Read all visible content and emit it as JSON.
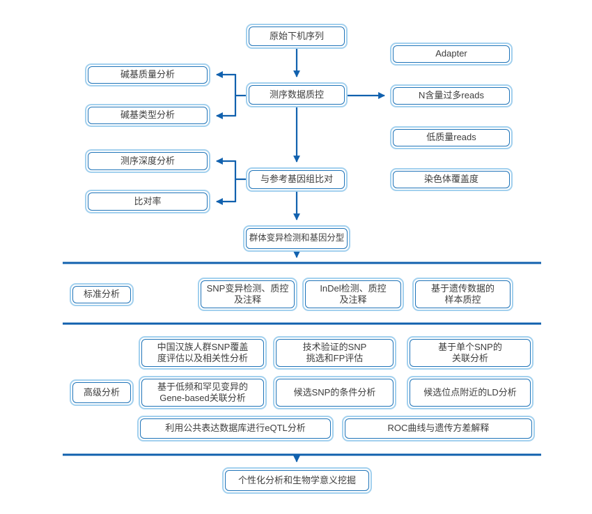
{
  "colors": {
    "box-border": "#1e73b8",
    "box-outer": "#a2d0ee",
    "connector": "#1161ae",
    "text": "#3d3d3d"
  },
  "flow": {
    "main": [
      "原始下机序列",
      "测序数据质控",
      "与参考基因组比对",
      "群体变异检测和基因分型"
    ],
    "qc_metrics_left": [
      "碱基质量分析",
      "碱基类型分析"
    ],
    "align_metrics_left": [
      "测序深度分析",
      "比对率"
    ],
    "filter_right": [
      "Adapter",
      "N含量过多reads",
      "低质量reads",
      "染色体覆盖度"
    ],
    "standard": {
      "label": "标准分析",
      "boxes": [
        "SNP变异检测、质控\n及注释",
        "InDel检测、质控\n及注释",
        "基于遗传数据的\n样本质控"
      ]
    },
    "advanced": {
      "label": "高级分析",
      "row1": [
        "中国汉族人群SNP覆盖\n度评估以及相关性分析",
        "技术验证的SNP\n挑选和FP评估",
        "基于单个SNP的\n关联分析"
      ],
      "row2": [
        "基于低频和罕见变异的\nGene-based关联分析",
        "候选SNP的条件分析",
        "候选位点附近的LD分析"
      ],
      "row3": [
        "利用公共表达数据库进行eQTL分析",
        "ROC曲线与遗传方差解释"
      ]
    },
    "final": "个性化分析和生物学意义挖掘"
  }
}
